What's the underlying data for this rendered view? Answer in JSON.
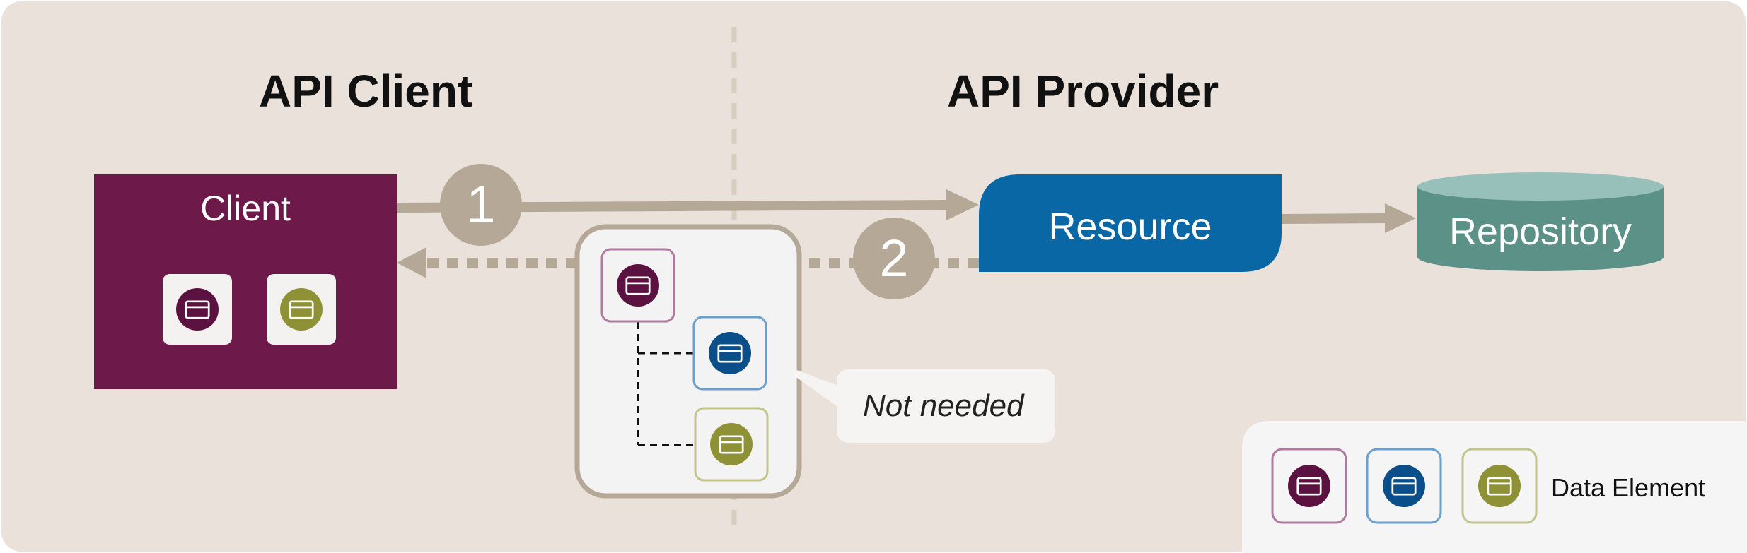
{
  "headings": {
    "client_side": "API Client",
    "provider_side": "API Provider"
  },
  "nodes": {
    "client": "Client",
    "resource": "Resource",
    "repository": "Repository"
  },
  "steps": {
    "request": "1",
    "response": "2"
  },
  "callout": "Not needed",
  "legend": {
    "label": "Data Element"
  },
  "colors": {
    "background": "#e9e1da",
    "client": "#6d1a4b",
    "resource": "#0867a4",
    "repository": "#5b9187",
    "repository_top": "#97c0ba",
    "arrow": "#b5a896",
    "element_purple": "#5c1240",
    "element_blue": "#0a4e8a",
    "element_olive": "#8f9136"
  },
  "icons": [
    "data-element-icon-purple",
    "data-element-icon-blue",
    "data-element-icon-olive"
  ]
}
